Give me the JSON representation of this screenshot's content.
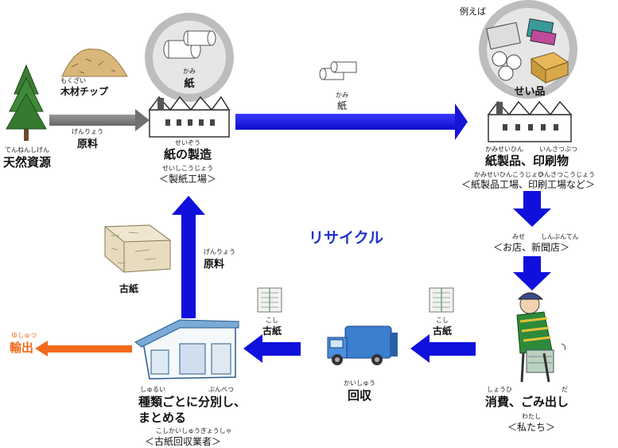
{
  "nodes": {
    "forest": {
      "ruby": "てんねんしげん",
      "label": "天然資源"
    },
    "chips": {
      "ruby": "もくざい",
      "label": "木材チップ"
    },
    "raw1": {
      "ruby": "げんりょう",
      "label": "原料"
    },
    "paper_circle": {
      "ruby": "かみ",
      "label": "紙"
    },
    "paper_mill": {
      "ruby": "せいぞう",
      "label": "紙の製造",
      "sub_ruby": "せいしこうじょう",
      "sub": "＜製紙工場＞"
    },
    "arrow_paper": {
      "ruby": "かみ",
      "label": "紙"
    },
    "examples": {
      "prefix": "例えば",
      "label": "せい品"
    },
    "product_factory": {
      "ruby_left": "かみせいひん",
      "ruby_right": "いんさつぶつ",
      "label": "紙製品、印刷物",
      "sub_ruby_left": "かみせいひんこうじょう",
      "sub_ruby_right": "いんさつこうじょう",
      "sub": "＜紙製品工場、印刷工場など＞"
    },
    "shop": {
      "ruby_left": "みせ",
      "ruby_right": "しんぶんてん",
      "label": "＜お店、新聞店＞"
    },
    "consumer": {
      "ruby_left": "しょうひ",
      "ruby_right": "だ",
      "label": "消費、ごみ出し",
      "sub_ruby": "わたし",
      "sub": "＜私たち＞"
    },
    "oldpaper_right": {
      "ruby": "こし",
      "label": "古紙"
    },
    "collection": {
      "ruby": "かいしゅう",
      "label": "回収"
    },
    "oldpaper_mid": {
      "ruby": "こし",
      "label": "古紙"
    },
    "dealer": {
      "ruby_left": "しゅるい",
      "ruby_right": "ぶんべつ",
      "label1": "種類ごとに分別し、",
      "label2": "まとめる",
      "sub_ruby": "こしかいしゅうぎょうしゃ",
      "sub": "＜古紙回収業者＞"
    },
    "export": {
      "ruby": "ゆしゅつ",
      "label": "輸出"
    },
    "bale": {
      "label": "古紙"
    },
    "raw2": {
      "ruby": "げんりょう",
      "label": "原料"
    }
  },
  "center_title": "リサイクル",
  "colors": {
    "blue": "#1010dd",
    "gray": "#777777",
    "orange": "#f26a1b",
    "title": "#2233cc"
  }
}
